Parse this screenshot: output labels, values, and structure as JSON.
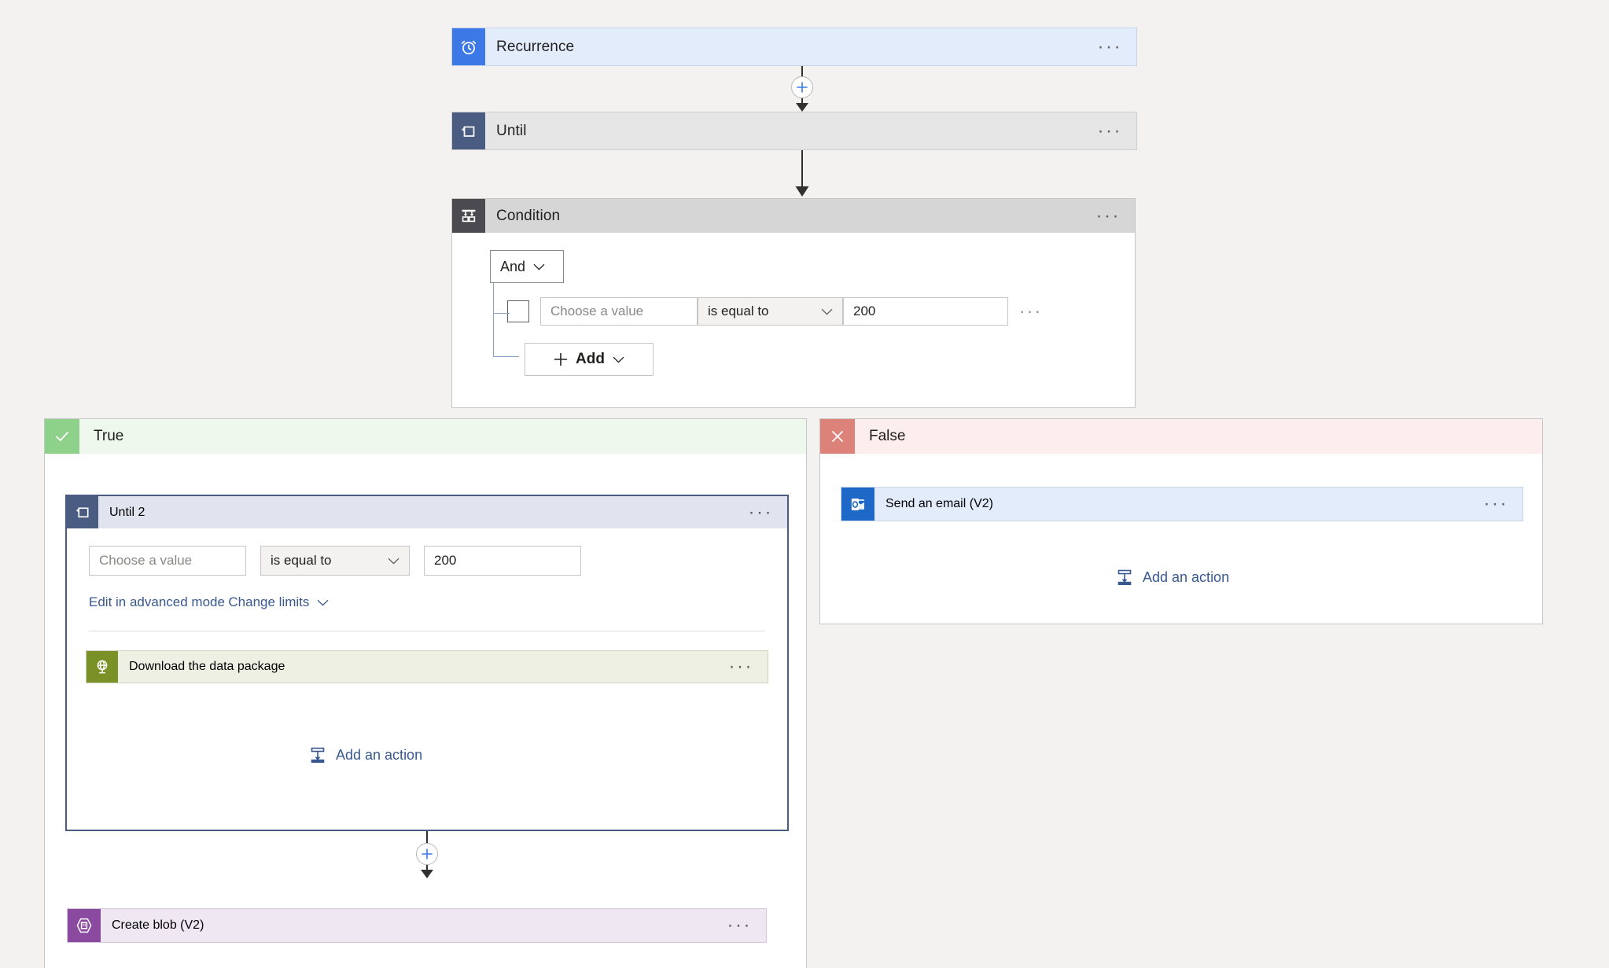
{
  "flow": {
    "trigger": {
      "title": "Recurrence",
      "icon": "alarm-clock-icon",
      "ellipsis": "···"
    },
    "until": {
      "title": "Until",
      "icon": "loop-icon",
      "ellipsis": "···"
    },
    "condition": {
      "title": "Condition",
      "icon": "condition-branch-icon",
      "ellipsis": "···",
      "operator_group": "And",
      "row": {
        "value_placeholder": "Choose a value",
        "operator": "is equal to",
        "compare_value": "200",
        "row_ellipsis": "···"
      },
      "add_label": "Add",
      "add_plus": "+"
    },
    "true_branch": {
      "label": "True",
      "icon": "checkmark-icon",
      "until2": {
        "title": "Until 2",
        "icon": "loop-icon",
        "ellipsis": "···",
        "value_placeholder": "Choose a value",
        "operator": "is equal to",
        "compare_value": "200",
        "advanced_link": "Edit in advanced mode",
        "limits_link": "Change limits",
        "download_action": {
          "title": "Download the data package",
          "icon": "http-globe-icon",
          "ellipsis": "···"
        },
        "add_action_label": "Add an action"
      },
      "create_blob": {
        "title": "Create blob (V2)",
        "icon": "azure-blob-icon",
        "ellipsis": "···"
      }
    },
    "false_branch": {
      "label": "False",
      "icon": "close-x-icon",
      "send_email": {
        "title": "Send an email (V2)",
        "icon": "outlook-icon",
        "ellipsis": "···"
      },
      "add_action_label": "Add an action"
    }
  },
  "colors": {
    "canvas": "#f3f2f1",
    "trigger_tile": "#3c78e6",
    "until_tile": "#4a5c82",
    "condition_tile": "#4a4a50",
    "true_tile": "#8ed18b",
    "false_tile": "#dd8279",
    "http_tile": "#7a9127",
    "blob_tile": "#8a4aa0",
    "outlook_tile": "#1e68c7",
    "link": "#39588f"
  }
}
